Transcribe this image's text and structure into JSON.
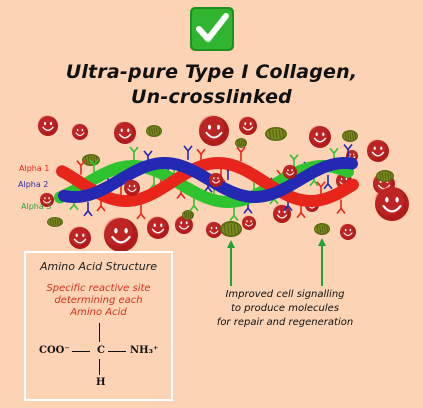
{
  "title": {
    "line1": "Ultra-pure Type I Collagen,",
    "line2": "Un-crosslinked"
  },
  "checkmark_icon": "check-mark-icon",
  "strand_labels": {
    "alpha1": "Alpha 1",
    "alpha2": "Alpha 2",
    "alpha3": "Alpha 3"
  },
  "amino_acid_box": {
    "title": "Amino Acid Structure",
    "description": [
      "Specific reactive site",
      "determining each",
      "Amino Acid"
    ],
    "formula": {
      "left": "COO⁻",
      "center": "C",
      "right": "NH₃⁺",
      "bottom": "H"
    }
  },
  "cell_signalling": [
    "Improved cell signalling",
    "to produce molecules",
    "for repair and regeneration"
  ],
  "colors": {
    "background": "#fcd3b4",
    "alpha1": "#e8251b",
    "alpha2": "#2429b3",
    "alpha3": "#2fc42f",
    "smiley": "#b01b1b",
    "molecule": "#7a8a1e",
    "check_bg": "#2fb52f"
  }
}
